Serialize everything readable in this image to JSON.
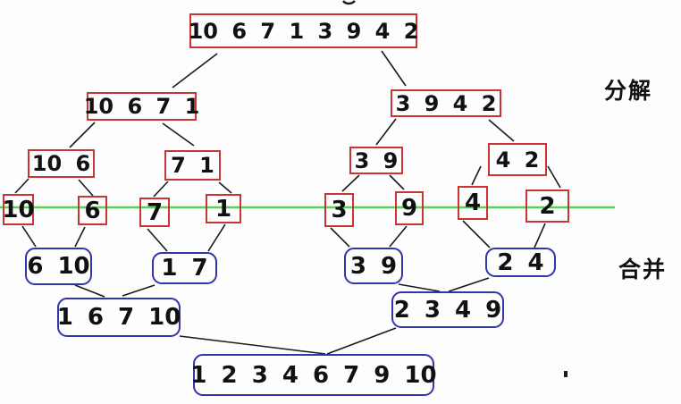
{
  "diagram": "merge-sort",
  "decompose": {
    "root": "10 6 7 1 3 9 4 2",
    "half_left": "10 6 7 1",
    "half_right": "3 9 4 2",
    "quarters": [
      "10 6",
      "7 1",
      "3 9",
      "4 2"
    ],
    "singles": [
      "10",
      "6",
      "7",
      "1",
      "3",
      "9",
      "4",
      "2"
    ]
  },
  "merge": {
    "pairs": [
      "6 10",
      "1 7",
      "3 9",
      "2 4"
    ],
    "quads": [
      "1 6 7 10",
      "2 3 4 9"
    ],
    "result": "1 2 3 4 6 7 9 10"
  },
  "labels": {
    "decompose": "分解",
    "merge": "合并"
  },
  "colors": {
    "decompose_box_border": "#cc3333",
    "merge_box_border": "#3333aa",
    "divider_line": "#55d455",
    "connector_line": "#1a1a1a",
    "text": "#111111",
    "background": "#fdfdfd"
  }
}
